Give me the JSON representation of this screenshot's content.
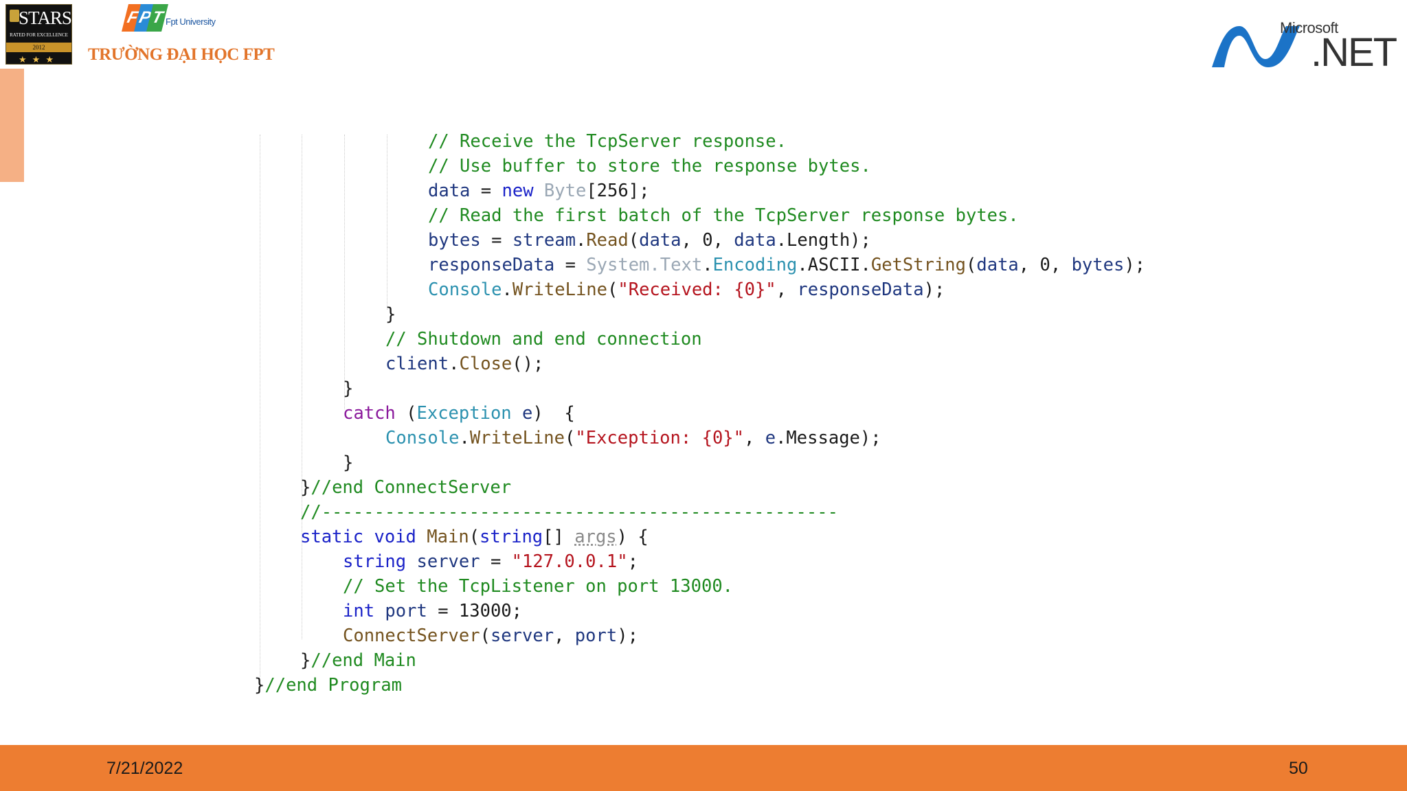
{
  "header": {
    "stars_badge": {
      "word": "STARS",
      "rated": "RATED FOR EXCELLENCE",
      "year": "2012"
    },
    "fpt_logo_letters": [
      "F",
      "P",
      "T"
    ],
    "fpt_logo_colors": [
      "#f26f21",
      "#2a8bd6",
      "#3aa648"
    ],
    "fpt_university_label": "Fpt University",
    "school_name": "TRƯỜNG ĐẠI HỌC FPT",
    "net_logo": {
      "microsoft_label": "Microsoft",
      "net_label": ".NET",
      "wave_color": "#1b73c7"
    }
  },
  "code": {
    "lines": [
      [
        {
          "t": "// Receive the TcpServer response.",
          "k": "comment"
        }
      ],
      [
        {
          "t": "// Use buffer to store the response bytes.",
          "k": "comment"
        }
      ],
      [
        {
          "t": "data",
          "k": "var"
        },
        {
          "t": " = ",
          "k": "plain"
        },
        {
          "t": "new",
          "k": "kw"
        },
        {
          "t": " ",
          "k": "plain"
        },
        {
          "t": "Byte",
          "k": "faded"
        },
        {
          "t": "[256];",
          "k": "plain"
        }
      ],
      [
        {
          "t": "// Read the first batch of the TcpServer response bytes.",
          "k": "comment"
        }
      ],
      [
        {
          "t": "bytes",
          "k": "var"
        },
        {
          "t": " = ",
          "k": "plain"
        },
        {
          "t": "stream",
          "k": "var"
        },
        {
          "t": ".",
          "k": "plain"
        },
        {
          "t": "Read",
          "k": "meth"
        },
        {
          "t": "(",
          "k": "plain"
        },
        {
          "t": "data",
          "k": "var"
        },
        {
          "t": ", 0, ",
          "k": "plain"
        },
        {
          "t": "data",
          "k": "var"
        },
        {
          "t": ".Length);",
          "k": "plain"
        }
      ],
      [
        {
          "t": "responseData",
          "k": "var"
        },
        {
          "t": " = ",
          "k": "plain"
        },
        {
          "t": "System.Text",
          "k": "faded"
        },
        {
          "t": ".",
          "k": "plain"
        },
        {
          "t": "Encoding",
          "k": "type"
        },
        {
          "t": ".ASCII.",
          "k": "plain"
        },
        {
          "t": "GetString",
          "k": "meth"
        },
        {
          "t": "(",
          "k": "plain"
        },
        {
          "t": "data",
          "k": "var"
        },
        {
          "t": ", 0, ",
          "k": "plain"
        },
        {
          "t": "bytes",
          "k": "var"
        },
        {
          "t": ");",
          "k": "plain"
        }
      ],
      [
        {
          "t": "Console",
          "k": "type"
        },
        {
          "t": ".",
          "k": "plain"
        },
        {
          "t": "WriteLine",
          "k": "meth"
        },
        {
          "t": "(",
          "k": "plain"
        },
        {
          "t": "\"Received: {0}\"",
          "k": "str"
        },
        {
          "t": ", ",
          "k": "plain"
        },
        {
          "t": "responseData",
          "k": "var"
        },
        {
          "t": ");",
          "k": "plain"
        }
      ],
      [
        {
          "t": "}",
          "k": "plain"
        }
      ],
      [
        {
          "t": "// Shutdown and end connection",
          "k": "comment"
        }
      ],
      [
        {
          "t": "client",
          "k": "var"
        },
        {
          "t": ".",
          "k": "plain"
        },
        {
          "t": "Close",
          "k": "meth"
        },
        {
          "t": "();",
          "k": "plain"
        }
      ],
      [
        {
          "t": "}",
          "k": "plain"
        }
      ],
      [
        {
          "t": "catch",
          "k": "kw2"
        },
        {
          "t": " (",
          "k": "plain"
        },
        {
          "t": "Exception",
          "k": "type"
        },
        {
          "t": " ",
          "k": "plain"
        },
        {
          "t": "e",
          "k": "var"
        },
        {
          "t": ")  {",
          "k": "plain"
        }
      ],
      [
        {
          "t": "Console",
          "k": "type"
        },
        {
          "t": ".",
          "k": "plain"
        },
        {
          "t": "WriteLine",
          "k": "meth"
        },
        {
          "t": "(",
          "k": "plain"
        },
        {
          "t": "\"Exception: {0}\"",
          "k": "str"
        },
        {
          "t": ", ",
          "k": "plain"
        },
        {
          "t": "e",
          "k": "var"
        },
        {
          "t": ".Message);",
          "k": "plain"
        }
      ],
      [
        {
          "t": "}",
          "k": "plain"
        }
      ],
      [
        {
          "t": "}",
          "k": "plain"
        },
        {
          "t": "//end ConnectServer",
          "k": "comment"
        }
      ],
      [
        {
          "t": "//-------------------------------------------------",
          "k": "comment"
        }
      ],
      [
        {
          "t": "static",
          "k": "kw"
        },
        {
          "t": " ",
          "k": "plain"
        },
        {
          "t": "void",
          "k": "kw"
        },
        {
          "t": " ",
          "k": "plain"
        },
        {
          "t": "Main",
          "k": "meth"
        },
        {
          "t": "(",
          "k": "plain"
        },
        {
          "t": "string",
          "k": "kw"
        },
        {
          "t": "[] ",
          "k": "plain"
        },
        {
          "t": "args",
          "k": "dim"
        },
        {
          "t": ") {",
          "k": "plain"
        }
      ],
      [
        {
          "t": "string",
          "k": "kw"
        },
        {
          "t": " ",
          "k": "plain"
        },
        {
          "t": "server",
          "k": "var"
        },
        {
          "t": " = ",
          "k": "plain"
        },
        {
          "t": "\"127.0.0.1\"",
          "k": "str"
        },
        {
          "t": ";",
          "k": "plain"
        }
      ],
      [
        {
          "t": "// Set the TcpListener on port 13000.",
          "k": "comment"
        }
      ],
      [
        {
          "t": "int",
          "k": "kw"
        },
        {
          "t": " ",
          "k": "plain"
        },
        {
          "t": "port",
          "k": "var"
        },
        {
          "t": " = 13000;",
          "k": "plain"
        }
      ],
      [
        {
          "t": "ConnectServer",
          "k": "meth"
        },
        {
          "t": "(",
          "k": "plain"
        },
        {
          "t": "server",
          "k": "var"
        },
        {
          "t": ", ",
          "k": "plain"
        },
        {
          "t": "port",
          "k": "var"
        },
        {
          "t": ");",
          "k": "plain"
        }
      ],
      [
        {
          "t": "}",
          "k": "plain"
        },
        {
          "t": "//end Main",
          "k": "comment"
        }
      ],
      [
        {
          "t": "}",
          "k": "plain"
        },
        {
          "t": "//end Program",
          "k": "comment"
        }
      ]
    ],
    "syntax_colors": {
      "comment": "#1f8a20",
      "keyword": "#1a22c8",
      "control_keyword": "#8b1a9c",
      "type": "#2b91af",
      "string": "#b5141e",
      "method": "#74531f",
      "variable": "#1f377f"
    }
  },
  "footer": {
    "date": "7/21/2022",
    "page_number": "50",
    "bar_color": "#ed7d31"
  }
}
